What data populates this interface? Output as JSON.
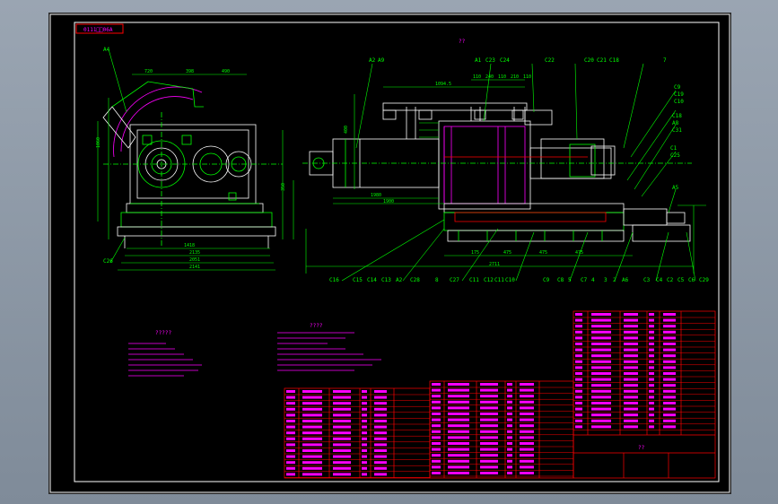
{
  "drawing": {
    "stamp": "0111ﾟﾟ06A",
    "center_label": "??",
    "tech_title": "????",
    "note_title": "?????",
    "callouts": [
      "A4",
      "A2",
      "A9",
      "A1",
      "C23",
      "C24",
      "C22",
      "C20",
      "C21",
      "C18",
      "7",
      "C9",
      "C19",
      "C10",
      "C18",
      "A8",
      "C31",
      "C1",
      "C25",
      "A5",
      "C16",
      "C15",
      "C14",
      "C13",
      "A2",
      "C28",
      "8",
      "C27",
      "C11",
      "C12",
      "C11",
      "C10",
      "C9",
      "C8",
      "5",
      "C7",
      "4",
      "3",
      "2",
      "A6",
      "C3",
      "C4",
      "C2",
      "C5",
      "C6",
      "C29",
      "C26"
    ],
    "dimensions": [
      "720",
      "398",
      "490",
      "1060",
      "350",
      "1094.5",
      "110",
      "240",
      "110",
      "210",
      "110",
      "1980",
      "1900",
      "400",
      "175",
      "475",
      "475",
      "475",
      "2711",
      "2135",
      "2051",
      "2141",
      "1418"
    ]
  },
  "colors": {
    "background": "#000000",
    "frame": "#ffffff",
    "geometry": "#ffffff",
    "detail": "#00ff00",
    "dimension": "#00ff00",
    "callout": "#00ff00",
    "annotation": "#ff00ff",
    "table_text": "#ff00ff",
    "table_line": "#ff0000",
    "border_red": "#ff0000"
  }
}
